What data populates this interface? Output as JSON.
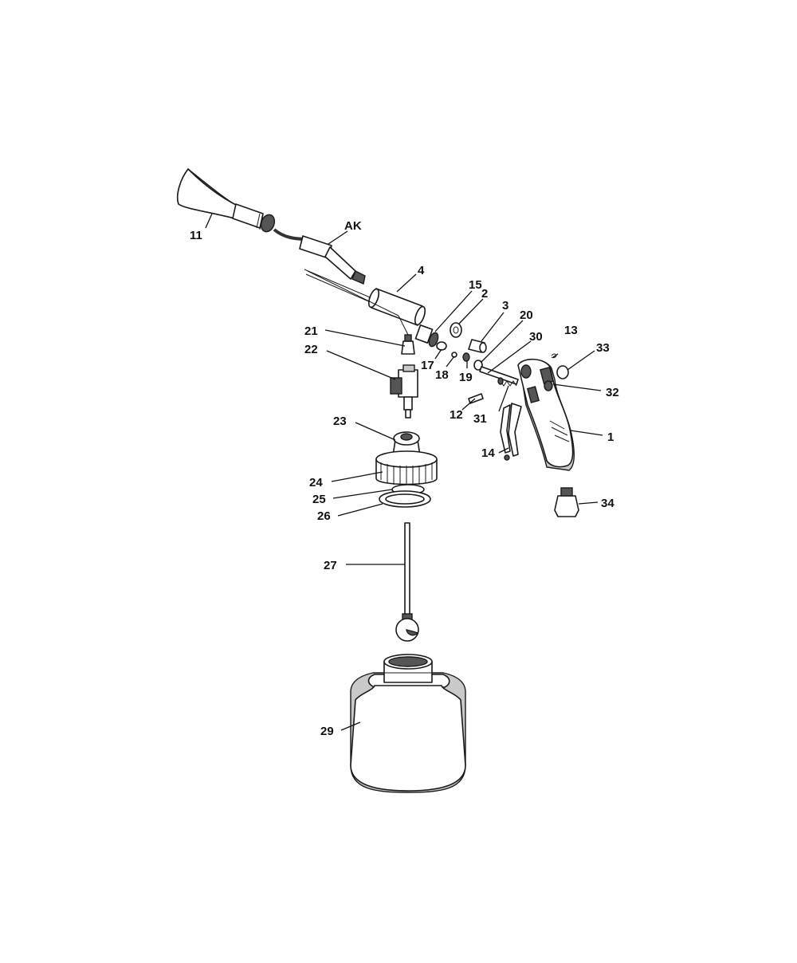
{
  "labels": {
    "p1": "1",
    "p2": "2",
    "p3": "3",
    "p4": "4",
    "p11": "11",
    "p12": "12",
    "p13": "13",
    "p14": "14",
    "p15": "15",
    "p17": "17",
    "p18": "18",
    "p19": "19",
    "p20": "20",
    "p21": "21",
    "p22": "22",
    "p23": "23",
    "p24": "24",
    "p25": "25",
    "p26": "26",
    "p27": "27",
    "p29": "29",
    "p30": "30",
    "p31": "31",
    "p32": "32",
    "p33": "33",
    "p34": "34",
    "pAK": "AK"
  }
}
